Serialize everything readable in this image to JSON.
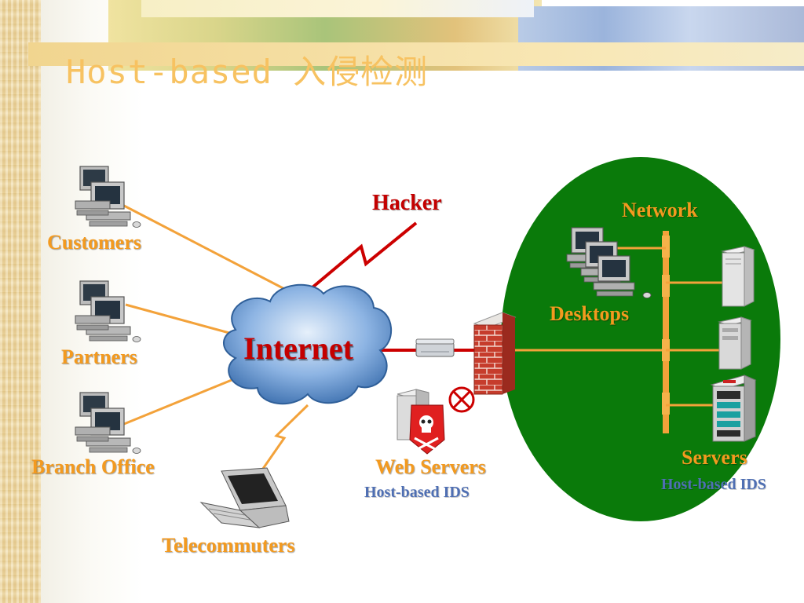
{
  "slide": {
    "title": "Host-based 入侵检测"
  },
  "diagram": {
    "internet_label": "Internet",
    "hacker_label": "Hacker",
    "network_label": "Network",
    "desktops_label": "Desktops",
    "servers_label": "Servers",
    "web_servers_label": "Web Servers",
    "ids_web_label": "Host-based IDS",
    "ids_servers_label": "Host-based IDS",
    "clients": {
      "customers": "Customers",
      "partners": "Partners",
      "branch_office": "Branch Office",
      "telecommuters": "Telecommuters"
    },
    "colors": {
      "network_ellipse": "#0a7a0a",
      "link_orange": "#f3a23a",
      "attack_red": "#cc0000",
      "firewall_brick": "#c0392b",
      "label_orange": "#f39a1f",
      "label_blue": "#4f6fb3"
    }
  }
}
